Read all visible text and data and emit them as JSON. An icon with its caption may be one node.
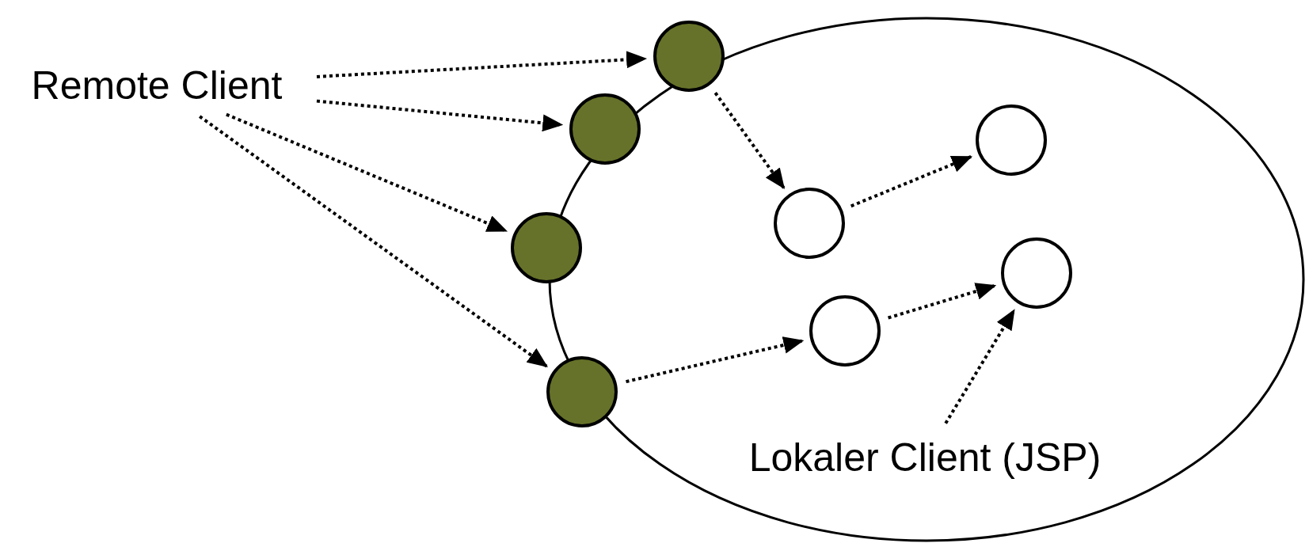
{
  "diagram": {
    "nodes": [
      {
        "text": [
          "Remote Client"
        ]
      },
      {
        "text": [],
        "shape": "ellipse"
      },
      {
        "text": [],
        "shape": "circle"
      },
      {
        "text": [],
        "shape": "circle"
      },
      {
        "text": [],
        "shape": "circle"
      },
      {
        "text": [],
        "shape": "circle"
      },
      {
        "text": [],
        "shape": "circle",
        "in": 1
      },
      {
        "text": [],
        "shape": "circle",
        "in": 1
      },
      {
        "text": [],
        "shape": "circle",
        "in": 1
      },
      {
        "text": [],
        "shape": "circle",
        "in": 1
      },
      {
        "text": [
          "Lokaler Client (JSP)"
        ],
        "in": 1
      }
    ],
    "edges": [
      {
        "from": 0,
        "to": 2,
        "arrow": "to"
      },
      {
        "from": 0,
        "to": 3,
        "arrow": "to"
      },
      {
        "from": 0,
        "to": 4,
        "arrow": "to"
      },
      {
        "from": 0,
        "to": 5,
        "arrow": "to"
      },
      {
        "from": 2,
        "to": 6,
        "arrow": "to"
      },
      {
        "from": 6,
        "to": 7,
        "arrow": "to"
      },
      {
        "from": 5,
        "to": 8,
        "arrow": "to"
      },
      {
        "from": 8,
        "to": 9,
        "arrow": "to"
      },
      {
        "from": 10,
        "to": 9,
        "arrow": "to"
      }
    ]
  }
}
